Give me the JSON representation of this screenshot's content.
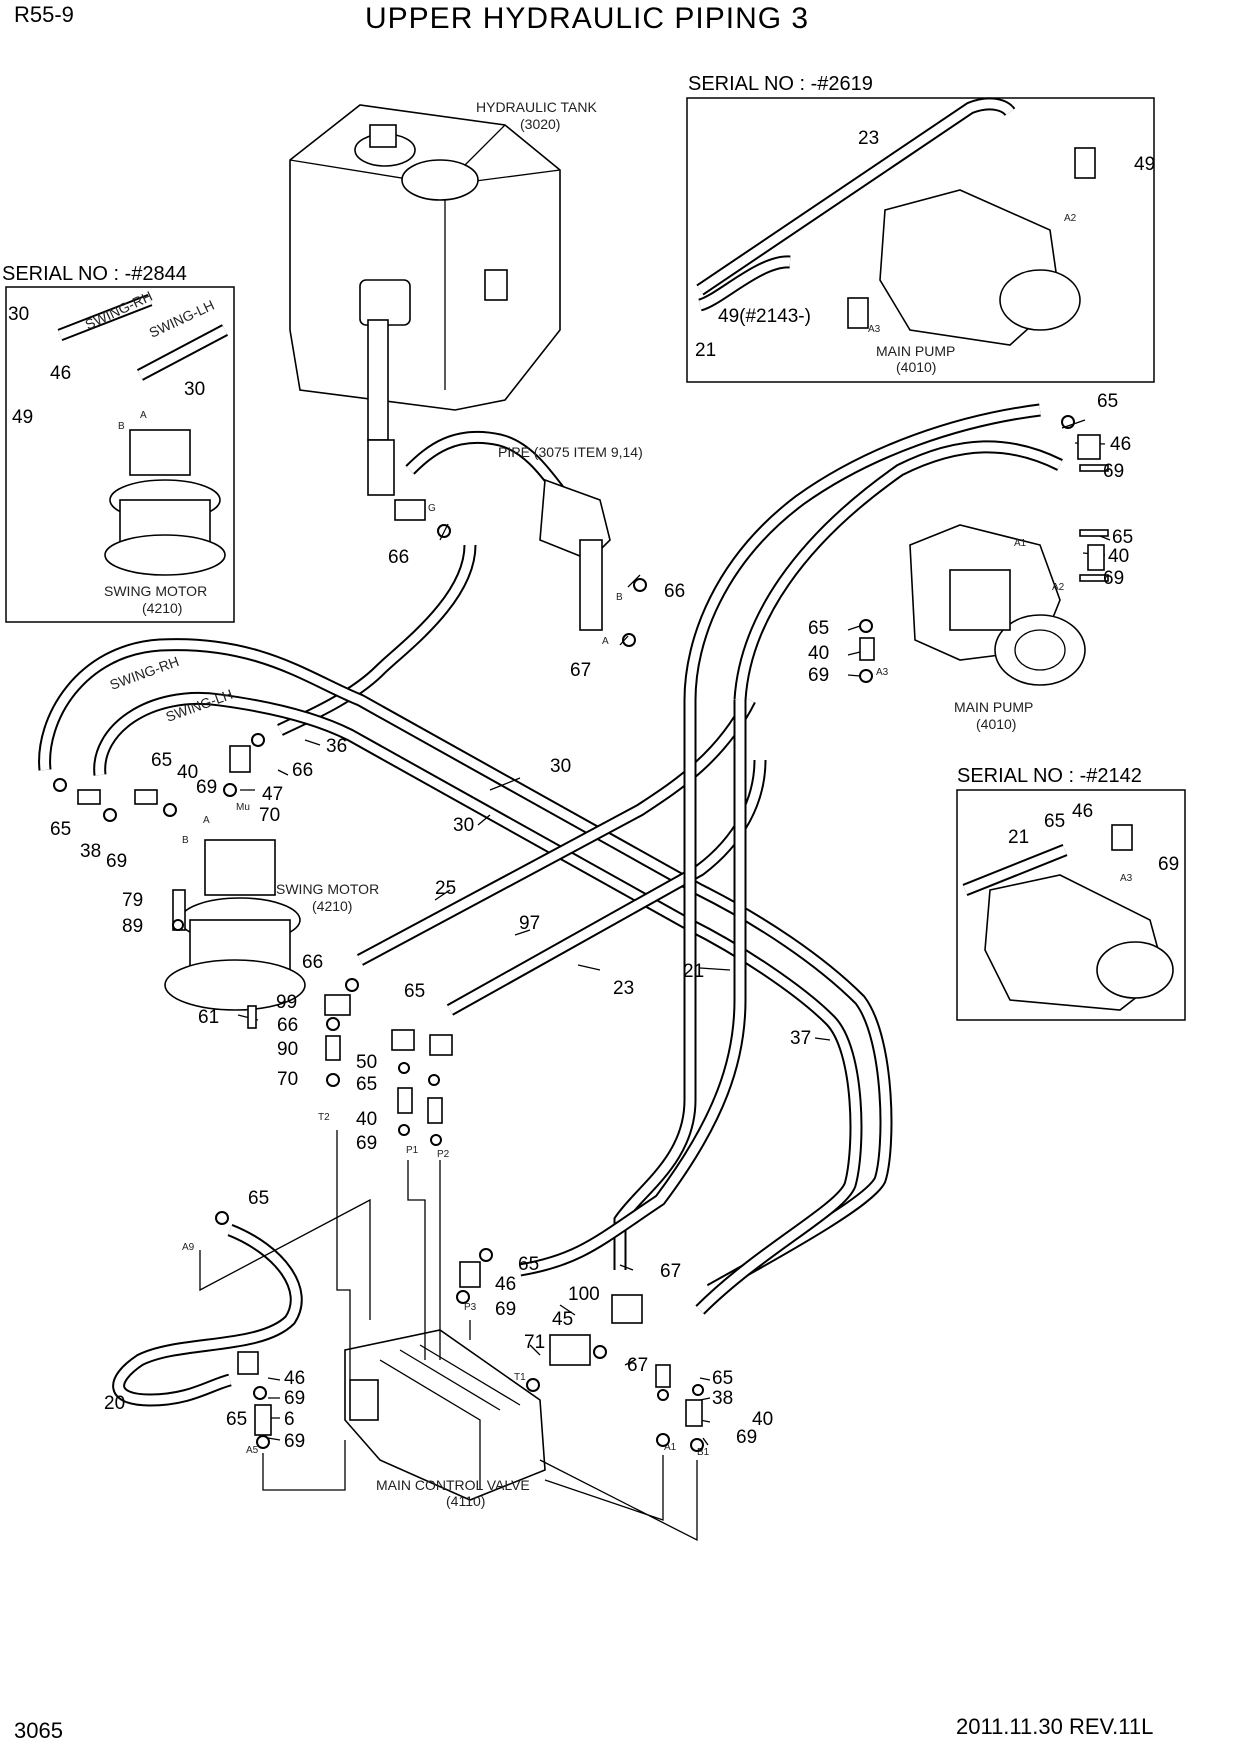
{
  "header": {
    "model": "R55-9",
    "title": "UPPER HYDRAULIC PIPING 3"
  },
  "footer": {
    "page": "3065",
    "revision": "2011.11.30  REV.11L"
  },
  "assemblies": {
    "hydraulic_tank": [
      "HYDRAULIC TANK",
      "(3020)"
    ],
    "pipe": "PIPE (3075 ITEM 9,14)",
    "main_pump": [
      "MAIN PUMP",
      "(4010)"
    ],
    "swing_motor": [
      "SWING MOTOR",
      "(4210)"
    ],
    "main_control_valve": [
      "MAIN CONTROL VALVE",
      "(4110)"
    ]
  },
  "inset_2619": {
    "serial": "SERIAL NO : -#2619",
    "callouts": [
      "23",
      "49",
      "49(#2143-)",
      "21"
    ],
    "ports": [
      "A2",
      "A3"
    ],
    "pump": [
      "MAIN PUMP",
      "(4010)"
    ]
  },
  "inset_2844": {
    "serial": "SERIAL NO : -#2844",
    "callouts": [
      "30",
      "46",
      "49",
      "30"
    ],
    "hoses": [
      "SWING-RH",
      "SWING-LH"
    ],
    "ports": [
      "A",
      "B"
    ],
    "motor": [
      "SWING MOTOR",
      "(4210)"
    ]
  },
  "inset_2142": {
    "serial": "SERIAL NO : -#2142",
    "callouts": [
      "46",
      "65",
      "21",
      "69"
    ],
    "ports": [
      "A3"
    ]
  },
  "main": {
    "hose_labels": [
      "SWING-RH",
      "SWING-LH"
    ],
    "ports": [
      "G",
      "B",
      "A",
      "A",
      "B",
      "Mu",
      "A1",
      "A2",
      "A3",
      "T2",
      "P1",
      "P2",
      "A9",
      "P3",
      "T1",
      "A5",
      "A1",
      "B1"
    ],
    "callouts": [
      "65",
      "46",
      "69",
      "65",
      "40",
      "69",
      "66",
      "66",
      "67",
      "65",
      "40",
      "69",
      "36",
      "66",
      "47",
      "70",
      "65",
      "40",
      "69",
      "65",
      "38",
      "69",
      "30",
      "30",
      "79",
      "89",
      "25",
      "97",
      "23",
      "21",
      "37",
      "66",
      "99",
      "61",
      "66",
      "90",
      "70",
      "65",
      "50",
      "65",
      "40",
      "69",
      "65",
      "65",
      "46",
      "69",
      "100",
      "67",
      "45",
      "71",
      "67",
      "65",
      "38",
      "40",
      "69",
      "20",
      "46",
      "69",
      "65",
      "6",
      "69"
    ]
  }
}
